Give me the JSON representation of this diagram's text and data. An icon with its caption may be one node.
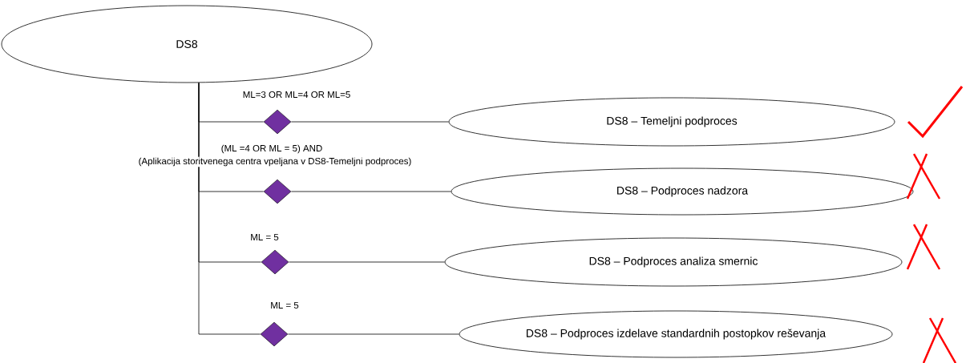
{
  "diagram": {
    "nodes": [
      {
        "text": [
          "DS8"
        ]
      },
      {
        "text": [],
        "shape": "diamond",
        "beside": [
          "ML=3 OR ML=4 OR ML=5"
        ]
      },
      {
        "text": [
          "DS8 – Temeljni podproces"
        ]
      },
      {
        "text": [],
        "shape": "diamond",
        "beside": [
          "(ML =4 OR ML = 5) AND",
          "(Aplikacija storitvenega centra vpeljana v DS8-Temeljni podproces)"
        ]
      },
      {
        "text": [
          "DS8 – Podproces nadzora"
        ]
      },
      {
        "text": [],
        "shape": "diamond",
        "beside": [
          "ML = 5"
        ]
      },
      {
        "text": [
          "DS8 – Podproces analiza smernic"
        ]
      },
      {
        "text": [],
        "shape": "diamond",
        "beside": [
          "ML = 5"
        ]
      },
      {
        "text": [
          "DS8 – Podproces izdelave standardnih postopkov reševanja"
        ]
      }
    ],
    "edges": [
      {
        "from": 0,
        "to": 1,
        "arrow": "none"
      },
      {
        "from": 1,
        "to": 2,
        "arrow": "none"
      },
      {
        "from": 0,
        "to": 3,
        "arrow": "none"
      },
      {
        "from": 3,
        "to": 4,
        "arrow": "none"
      },
      {
        "from": 0,
        "to": 5,
        "arrow": "none"
      },
      {
        "from": 5,
        "to": 6,
        "arrow": "none"
      },
      {
        "from": 0,
        "to": 7,
        "arrow": "none"
      },
      {
        "from": 7,
        "to": 8,
        "arrow": "none"
      }
    ]
  }
}
